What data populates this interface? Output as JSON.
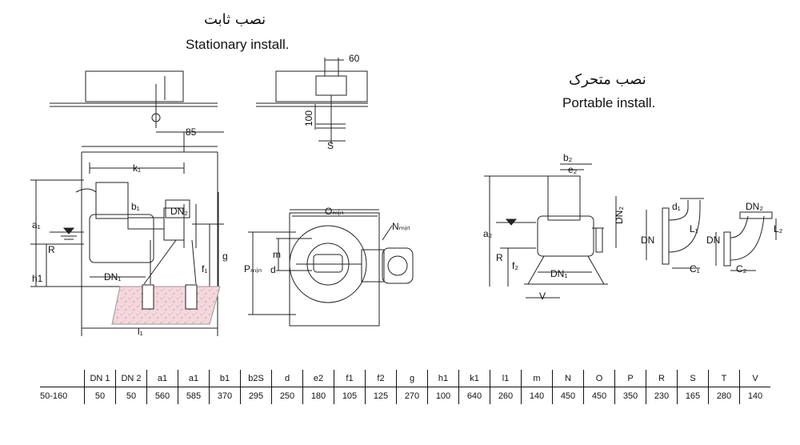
{
  "stationary": {
    "title_fa": "نصب ثابت",
    "title_en": "Stationary install."
  },
  "portable": {
    "title_fa": "نصب متحرک",
    "title_en": "Portable install."
  },
  "labels": {
    "dim_60": "60",
    "dim_85": "85",
    "dim_100": "100",
    "S": "S",
    "k1": "k₁",
    "b1": "b₁",
    "DN2": "DN₂",
    "a1": "a₁",
    "R": "R",
    "h1": "h1",
    "DN1": "DN₁",
    "f1": "f₁",
    "g": "g",
    "l1": "l₁",
    "Omin": "Oₘᵢₙ",
    "Nmin": "Nₘᵢₙ",
    "Pmin": "Pₘᵢₙ",
    "m": "m",
    "d": "d",
    "b2": "b₂",
    "e2": "e₂",
    "a2": "a₂",
    "f2": "f₂",
    "V": "V",
    "d1": "d₁",
    "L1": "L₁",
    "DN": "DN",
    "C1": "C₁",
    "L2": "L₂",
    "C2": "C₂"
  },
  "table": {
    "model": "50-160",
    "headers": [
      "DN 1",
      "DN 2",
      "a1",
      "a1",
      "b1",
      "b2S",
      "d",
      "e2",
      "f1",
      "f2",
      "g",
      "h1",
      "k1",
      "l1",
      "m",
      "N",
      "O",
      "P",
      "R",
      "S",
      "T",
      "V"
    ],
    "values": [
      "50",
      "50",
      "560",
      "585",
      "370",
      "295",
      "250",
      "180",
      "105",
      "125",
      "270",
      "100",
      "640",
      "260",
      "140",
      "450",
      "450",
      "350",
      "230",
      "165",
      "280",
      "140"
    ]
  }
}
